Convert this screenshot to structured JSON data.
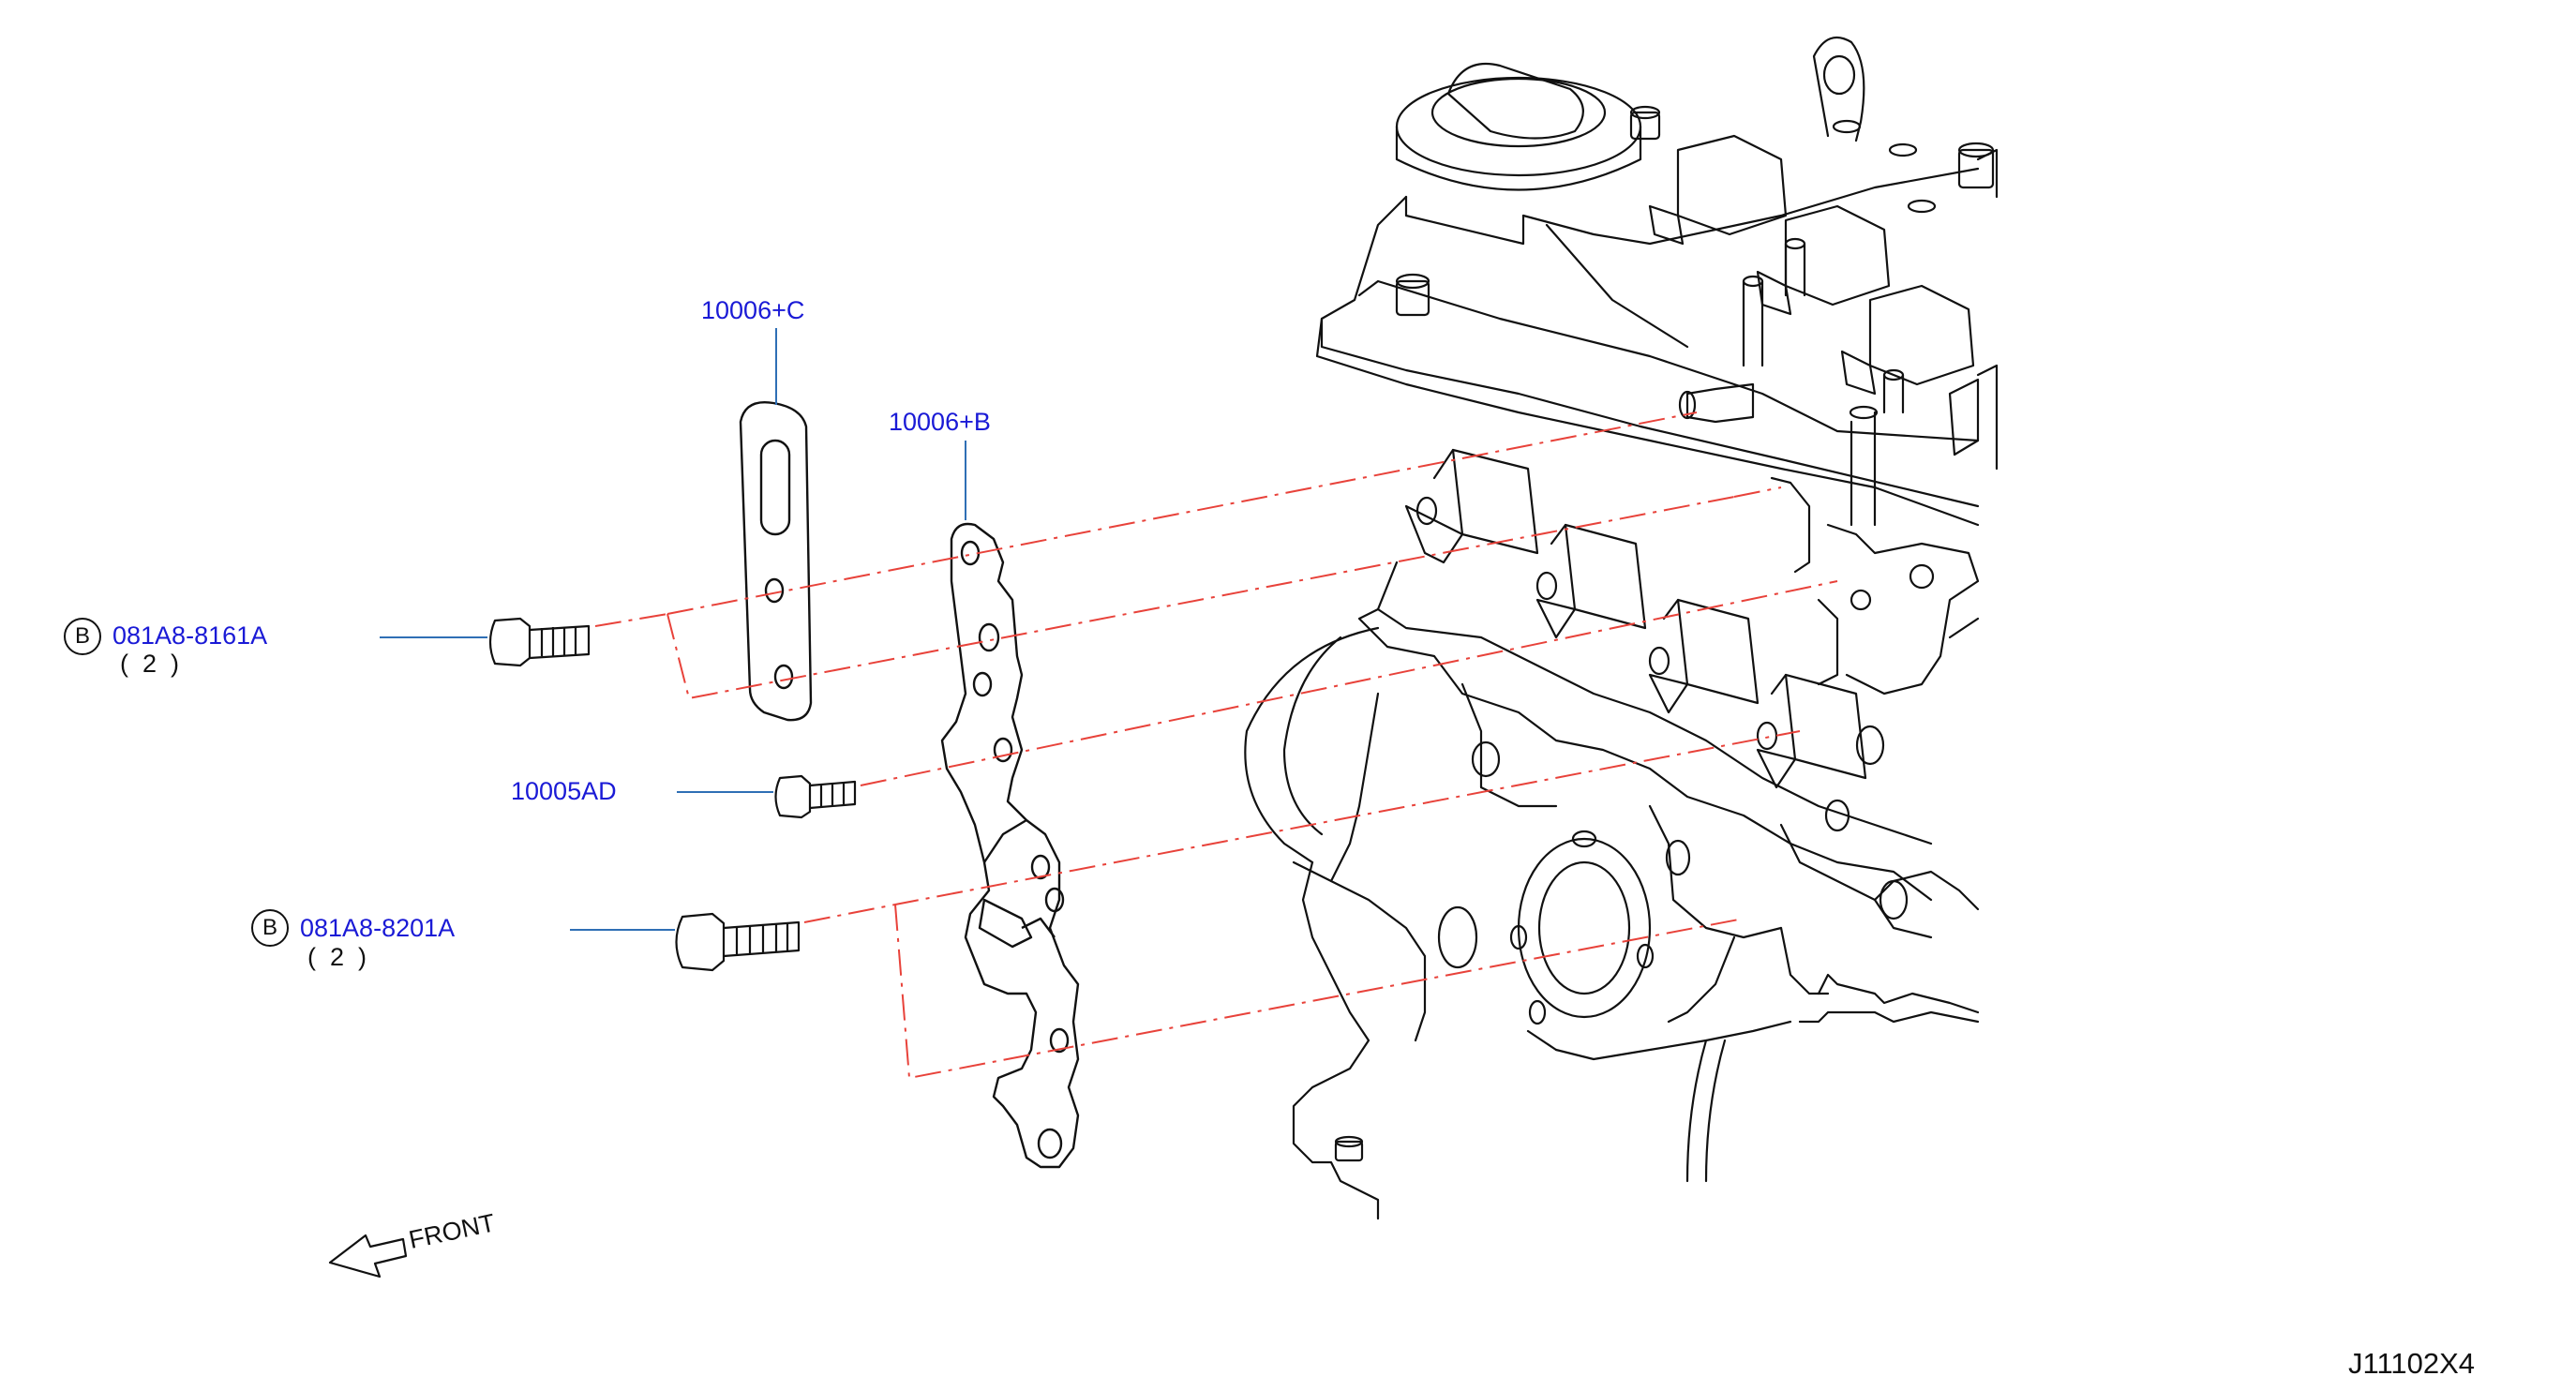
{
  "parts": [
    {
      "id": "p1",
      "code": "10006+C"
    },
    {
      "id": "p2",
      "code": "10006+B"
    },
    {
      "id": "p3",
      "code": "081A8-8161A",
      "badge": "B",
      "qty": "(  2  )"
    },
    {
      "id": "p4",
      "code": "10005AD"
    },
    {
      "id": "p5",
      "code": "081A8-8201A",
      "badge": "B",
      "qty": "(  2  )"
    }
  ],
  "direction": {
    "label": "FRONT",
    "icon": "arrow-left-outline-icon"
  },
  "figure_code": "J11102X4",
  "colors": {
    "label": "#1a1ad6",
    "leader": "#2f6fb5",
    "phantom": "#e8423a",
    "line": "#111111"
  }
}
